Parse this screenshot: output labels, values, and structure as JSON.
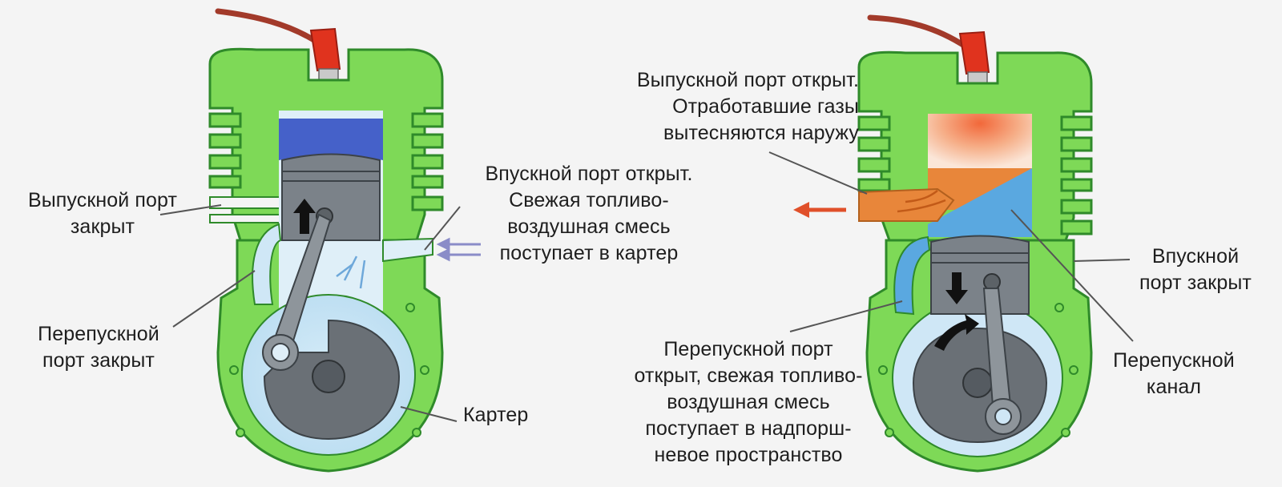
{
  "colors": {
    "engine_body": "#7ed957",
    "engine_outline": "#2f8a2a",
    "piston_top_blue": "#4561c9",
    "piston_gray": "#7b8289",
    "crank_gray": "#6a7076",
    "fresh_mixture": "#5aa8e0",
    "exhaust_orange": "#e8863a",
    "spark_red": "#e0331e",
    "leader_line": "#555555"
  },
  "icons": [
    "spark-plug-icon",
    "piston-up-arrow-icon",
    "piston-down-arrow-icon",
    "exhaust-arrow-icon",
    "intake-arrow-icon",
    "rotation-arrow-icon"
  ],
  "left_engine": {
    "labels": {
      "exhaust_closed": [
        "Выпускной порт",
        "закрыт"
      ],
      "intake_open": [
        "Впускной порт открыт.",
        "Свежая топливо-",
        "воздушная смесь",
        "поступает в картер"
      ],
      "transfer_closed": [
        "Перепускной",
        "порт закрыт"
      ],
      "crankcase": [
        "Картер"
      ]
    }
  },
  "right_engine": {
    "labels": {
      "exhaust_open": [
        "Выпускной порт открыт.",
        "Отработавшие газы",
        "вытесняются наружу"
      ],
      "intake_closed": [
        "Впускной",
        "порт закрыт"
      ],
      "transfer_open": [
        "Перепускной порт",
        "открыт, свежая топливо-",
        "воздушная смесь",
        "поступает в надпорш-",
        "невое пространство"
      ],
      "transfer_channel": [
        "Перепускной",
        "канал"
      ]
    }
  }
}
